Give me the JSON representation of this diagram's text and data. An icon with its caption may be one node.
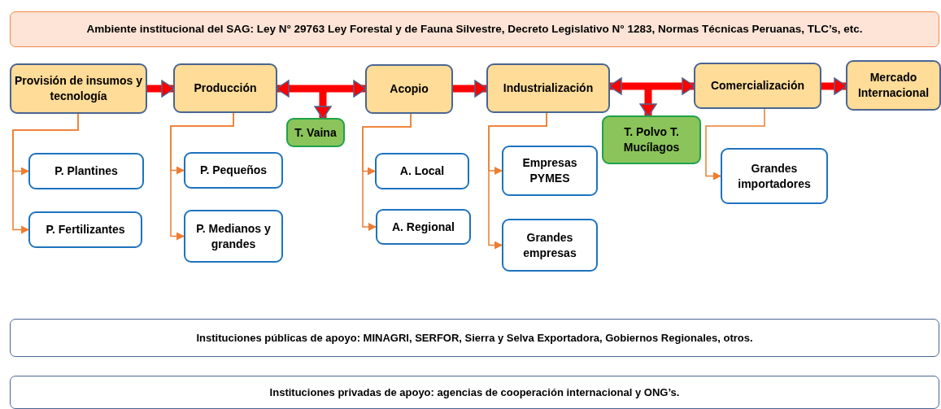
{
  "diagram": {
    "nodes": [
      {
        "text": [
          "Ambiente institucional del SAG: Ley N° 29763 Ley Forestal y de Fauna Silvestre, Decreto Legislativo N° 1283, Normas Técnicas Peruanas, TLC’s, etc."
        ]
      },
      {
        "text": [
          "Provisión de insumos y tecnología"
        ]
      },
      {
        "text": [
          "Producción"
        ]
      },
      {
        "text": [
          "T. Vaina"
        ]
      },
      {
        "text": [
          "Acopio"
        ]
      },
      {
        "text": [
          "Industrialización"
        ]
      },
      {
        "text": [
          "T. Polvo T. Mucílagos"
        ]
      },
      {
        "text": [
          "Comercialización"
        ]
      },
      {
        "text": [
          "Mercado Internacional"
        ]
      },
      {
        "text": [
          "P. Plantines"
        ]
      },
      {
        "text": [
          "P. Fertilizantes"
        ]
      },
      {
        "text": [
          "P. Pequeños"
        ]
      },
      {
        "text": [
          "P. Medianos y grandes"
        ]
      },
      {
        "text": [
          "A. Local"
        ]
      },
      {
        "text": [
          "A. Regional"
        ]
      },
      {
        "text": [
          "Empresas PYMES"
        ]
      },
      {
        "text": [
          "Grandes empresas"
        ]
      },
      {
        "text": [
          "Grandes importadores"
        ]
      },
      {
        "text": [
          "Instituciones públicas de apoyo: MINAGRI, SERFOR, Sierra y Selva Exportadora, Gobiernos Regionales, otros."
        ]
      },
      {
        "text": [
          "Instituciones privadas de apoyo: agencias de cooperación internacional y ONG’s."
        ]
      }
    ],
    "edges": [
      {
        "from": 1,
        "to": 2,
        "arrow": "to",
        "style": "thick",
        "color": "#ff0000"
      },
      {
        "from": 2,
        "to": 4,
        "arrow": "both",
        "style": "thick",
        "color": "#ff0000"
      },
      {
        "from": null,
        "to": 3,
        "arrow": "to",
        "style": "thick",
        "color": "#ff0000"
      },
      {
        "from": 4,
        "to": 5,
        "arrow": "to",
        "style": "thick",
        "color": "#ff0000"
      },
      {
        "from": 5,
        "to": 7,
        "arrow": "both",
        "style": "thick",
        "color": "#ff0000"
      },
      {
        "from": null,
        "to": 6,
        "arrow": "to",
        "style": "thick",
        "color": "#ff0000"
      },
      {
        "from": 7,
        "to": 8,
        "arrow": "to",
        "style": "thick",
        "color": "#ff0000"
      },
      {
        "from": 1,
        "to": 9,
        "arrow": "to"
      },
      {
        "from": 1,
        "to": 10,
        "arrow": "to"
      },
      {
        "from": 2,
        "to": 11,
        "arrow": "to"
      },
      {
        "from": 2,
        "to": 12,
        "arrow": "to"
      },
      {
        "from": 4,
        "to": 13,
        "arrow": "to"
      },
      {
        "from": 4,
        "to": 14,
        "arrow": "to"
      },
      {
        "from": 5,
        "to": 15,
        "arrow": "to"
      },
      {
        "from": 5,
        "to": 16,
        "arrow": "to"
      },
      {
        "from": 7,
        "to": 17,
        "arrow": "to"
      }
    ]
  }
}
